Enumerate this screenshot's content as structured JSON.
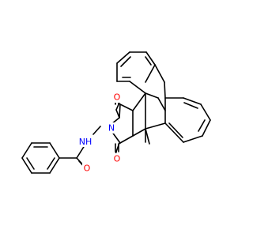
{
  "molecule": {
    "atoms": {
      "n_amide": {
        "text": "N",
        "sub": "H",
        "color": "#0000FF"
      },
      "n_imide": {
        "text": "N",
        "color": "#0000FF"
      },
      "o_amide": {
        "text": "O",
        "color": "#FF0000"
      },
      "o_imide_top": {
        "text": "O",
        "color": "#FF0000"
      },
      "o_imide_bottom": {
        "text": "O",
        "color": "#FF0000"
      }
    },
    "methyl_label": "methyl",
    "colors": {
      "bond": "#000000",
      "nitrogen": "#0000FF",
      "oxygen": "#FF0000"
    }
  }
}
